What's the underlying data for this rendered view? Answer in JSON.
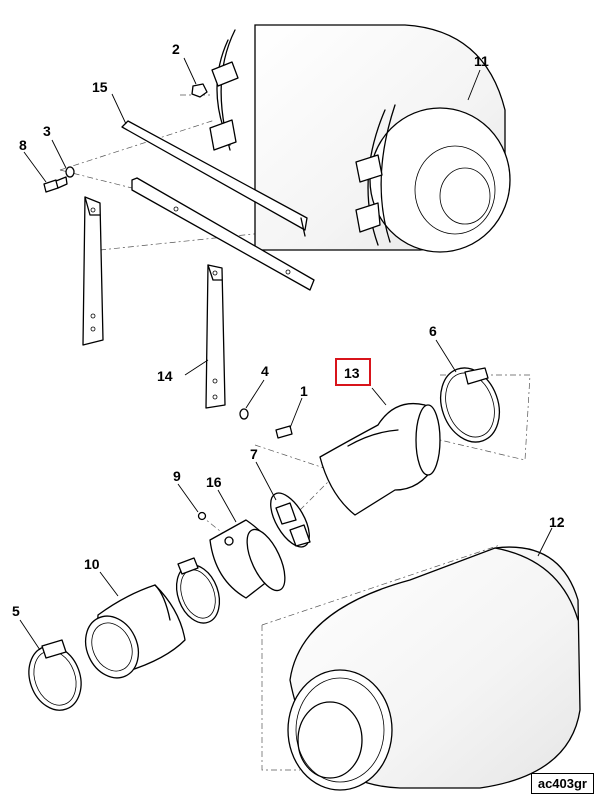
{
  "drawing_code": "ac403gr",
  "highlighted_callout": "13",
  "callouts": [
    {
      "id": "1",
      "label": "1"
    },
    {
      "id": "2",
      "label": "2"
    },
    {
      "id": "3",
      "label": "3"
    },
    {
      "id": "4",
      "label": "4"
    },
    {
      "id": "5",
      "label": "5"
    },
    {
      "id": "6",
      "label": "6"
    },
    {
      "id": "7",
      "label": "7"
    },
    {
      "id": "8",
      "label": "8"
    },
    {
      "id": "9",
      "label": "9"
    },
    {
      "id": "10",
      "label": "10"
    },
    {
      "id": "11",
      "label": "11"
    },
    {
      "id": "12",
      "label": "12"
    },
    {
      "id": "13",
      "label": "13"
    },
    {
      "id": "14",
      "label": "14"
    },
    {
      "id": "15",
      "label": "15"
    },
    {
      "id": "16",
      "label": "16"
    }
  ],
  "colors": {
    "line": "#000000",
    "highlight": "#d8141b",
    "background": "#ffffff"
  }
}
